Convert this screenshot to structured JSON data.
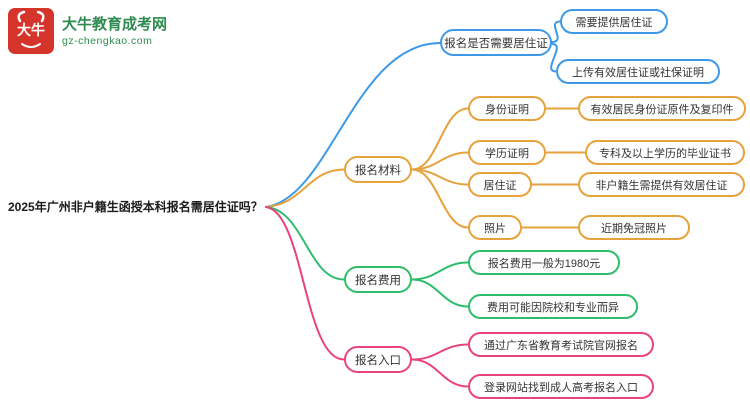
{
  "site": {
    "logo_text": "大牛",
    "name": "大牛教育成考网",
    "url": "gz-chengkao.com",
    "brand_color": "#2e8b50",
    "logo_color": "#d5342b"
  },
  "root": {
    "label": "2025年广州非户籍生函授本科报名需居住证吗？"
  },
  "branches": [
    {
      "label": "报名是否需要居住证",
      "color": "#3d99e8",
      "children": [
        {
          "label": "需要提供居住证"
        },
        {
          "label": "上传有效居住证或社保证明"
        }
      ]
    },
    {
      "label": "报名材料",
      "color": "#e6a23c",
      "children": [
        {
          "label": "身份证明",
          "detail": "有效居民身份证原件及复印件"
        },
        {
          "label": "学历证明",
          "detail": "专科及以上学历的毕业证书"
        },
        {
          "label": "居住证",
          "detail": "非户籍生需提供有效居住证"
        },
        {
          "label": "照片",
          "detail": "近期免冠照片"
        }
      ]
    },
    {
      "label": "报名费用",
      "color": "#2ebd6b",
      "children": [
        {
          "label": "报名费用一般为1980元"
        },
        {
          "label": "费用可能因院校和专业而异"
        }
      ]
    },
    {
      "label": "报名入口",
      "color": "#e8437f",
      "children": [
        {
          "label": "通过广东省教育考试院官网报名"
        },
        {
          "label": "登录网站找到成人高考报名入口"
        }
      ]
    }
  ]
}
